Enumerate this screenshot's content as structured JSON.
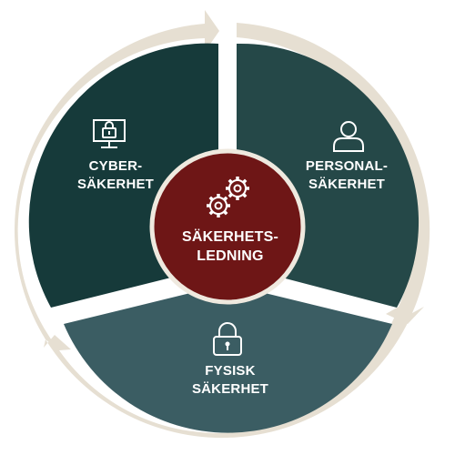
{
  "colors": {
    "ring": "#e6dfd2",
    "segment_cyber": "#163a3a",
    "segment_personal": "#254848",
    "segment_fysisk": "#3b5d63",
    "center": "#6e1616",
    "center_border": "#efe9df",
    "text": "#ffffff"
  },
  "center": {
    "line1": "SÄKERHETS-",
    "line2": "LEDNING",
    "icon": "gears-icon"
  },
  "segments": [
    {
      "id": "cyber",
      "line1": "CYBER-",
      "line2": "SÄKERHET",
      "icon": "computer-lock-icon"
    },
    {
      "id": "personal",
      "line1": "PERSONAL-",
      "line2": "SÄKERHET",
      "icon": "person-icon"
    },
    {
      "id": "fysisk",
      "line1": "FYSISK",
      "line2": "SÄKERHET",
      "icon": "padlock-icon"
    }
  ]
}
